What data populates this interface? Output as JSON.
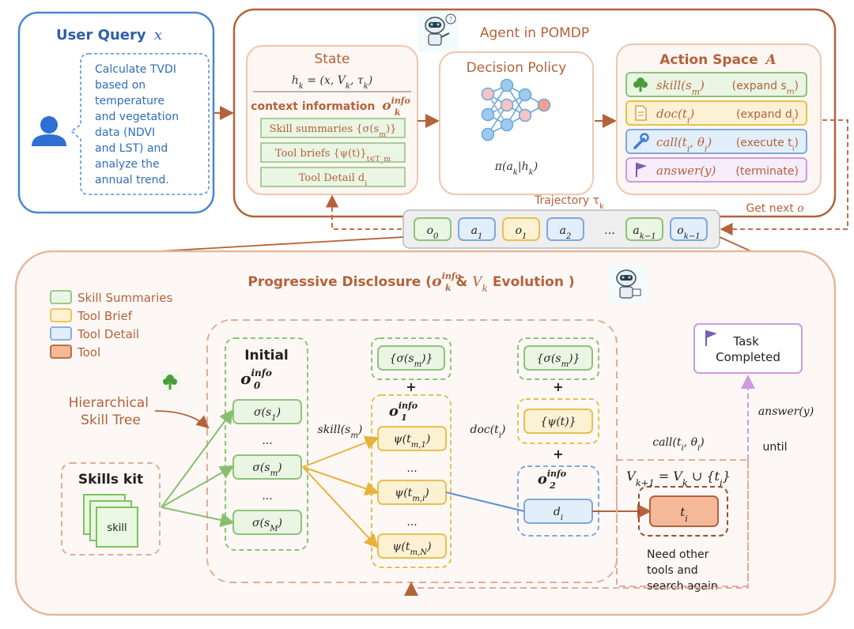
{
  "user_query": {
    "title": "User Query",
    "title_var": "x",
    "bubble_lines": [
      "Calculate TVDI",
      "based on",
      "temperature",
      "and vegetation",
      "data (NDVI",
      "and LST) and",
      "analyze the",
      "annual trend."
    ]
  },
  "agent": {
    "title": "Agent in POMDP",
    "state": {
      "title": "State",
      "formula": "h_k = (x, V_k, τ_k)",
      "context_label": "context information",
      "context_sym": "o",
      "context_sup": "info",
      "context_sub": "k",
      "items": [
        "Skill summaries {σ(s_m)}",
        "Tool briefs {ψ(t)}_{t∈T_m}",
        "Tool Detail d_i"
      ]
    },
    "policy": {
      "title": "Decision Policy",
      "formula": "π(a_k|h_k)"
    },
    "action_space": {
      "title": "Action Space",
      "title_var": "A",
      "actions": [
        {
          "call": "skill(s_m)",
          "desc": "(expand s_m)",
          "icon": "tree-icon",
          "color": "#4a9b3a"
        },
        {
          "call": "doc(t_i)",
          "desc": "(expand d_i)",
          "icon": "document-icon",
          "color": "#e8a13a"
        },
        {
          "call": "call(t_i, θ_i)",
          "desc": "(execute t_i)",
          "icon": "wrench-icon",
          "color": "#3f7fd1"
        },
        {
          "call": "answer(y)",
          "desc": "(terminate)",
          "icon": "flag-icon",
          "color": "#7b5bb3"
        }
      ]
    },
    "trajectory_label": "Trajectory τ_k",
    "get_next_label": "Get next o",
    "trajectory_items": [
      {
        "label": "o_0",
        "kind": "skill"
      },
      {
        "label": "a_1",
        "kind": "detail"
      },
      {
        "label": "o_1",
        "kind": "brief"
      },
      {
        "label": "a_2",
        "kind": "detail"
      },
      {
        "label": "…",
        "kind": "none"
      },
      {
        "label": "a_{k−1}",
        "kind": "skill"
      },
      {
        "label": "o_{k−1}",
        "kind": "detail"
      }
    ]
  },
  "progressive": {
    "title_prefix": "Progressive Disclosure (",
    "title_sym": "o",
    "title_sup": "info",
    "title_sub": "k",
    "title_mid": " & ",
    "title_v": "V_k",
    "title_suffix": " Evolution )",
    "legend": [
      {
        "label": "Skill Summaries",
        "kind": "skill"
      },
      {
        "label": "Tool Brief",
        "kind": "brief"
      },
      {
        "label": "Tool Detail",
        "kind": "detail"
      },
      {
        "label": "Tool",
        "kind": "tool"
      }
    ],
    "hierarchical_label": [
      "Hierarchical",
      "Skill Tree"
    ],
    "skills_kit": {
      "title": "Skills kit",
      "card_label": "skill"
    },
    "initial_label": "Initial",
    "o0": {
      "sym": "o",
      "sup": "info",
      "sub": "0"
    },
    "o1": {
      "sym": "o",
      "sup": "info",
      "sub": "1"
    },
    "o2": {
      "sym": "o",
      "sup": "info",
      "sub": "2"
    },
    "col1": [
      "σ(s_1)",
      "σ(s_m)",
      "σ(s_M)"
    ],
    "col2_top": "{σ(s_m)}",
    "col2": [
      "ψ(t_{m,1})",
      "ψ(t_{m,i})",
      "ψ(t_{m,N})"
    ],
    "col3_top": "{σ(s_m)}",
    "col3_brief": "{ψ(t)}",
    "col3_detail": "d_i",
    "dots": "...",
    "plus": "+",
    "edge_skill": "skill(s_m)",
    "edge_doc": "doc(t_i)",
    "edge_call": "call(t_i, θ_i)",
    "edge_answer": "answer(y)",
    "until_label": "until",
    "v_update": "V_{k+1} = V_k ∪ {t_i}",
    "tool_label": "t_i",
    "task_completed": [
      "Task",
      "Completed"
    ],
    "need_other": [
      "Need other",
      "tools and",
      "search again"
    ]
  },
  "colors": {
    "skill_fill": "#eaf5e4",
    "skill_stroke": "#8cc47a",
    "brief_fill": "#fdf1d4",
    "brief_stroke": "#e8c04d",
    "detail_fill": "#e3eefb",
    "detail_stroke": "#7ea8de",
    "tool_fill": "#f5b999",
    "tool_stroke": "#b4623a",
    "accent": "#b4623a",
    "query_blue": "#3b7fd6",
    "purple": "#cf9be0"
  }
}
